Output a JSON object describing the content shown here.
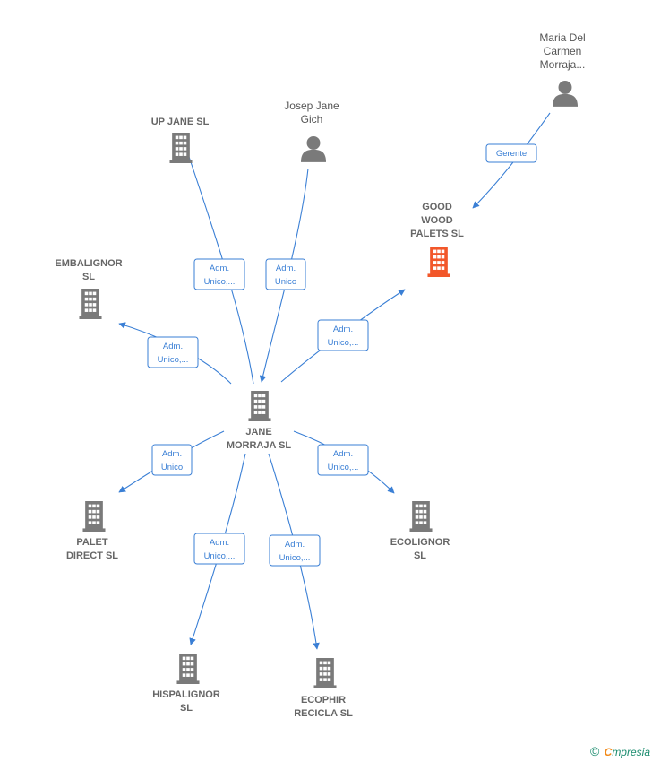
{
  "nodes": {
    "center": {
      "lines": [
        "JANE",
        "MORRAJA  SL"
      ],
      "kind": "company",
      "color": "#7a7a7a"
    },
    "up_jane": {
      "lines": [
        "UP JANE  SL"
      ],
      "kind": "company",
      "color": "#7a7a7a"
    },
    "josep": {
      "lines": [
        "Josep Jane",
        "Gich"
      ],
      "kind": "person",
      "color": "#7a7a7a"
    },
    "maria": {
      "lines": [
        "Maria Del",
        "Carmen",
        "Morraja..."
      ],
      "kind": "person",
      "color": "#7a7a7a"
    },
    "good_wood": {
      "lines": [
        "GOOD",
        "WOOD",
        "PALETS   SL"
      ],
      "kind": "company",
      "color": "#f2572a"
    },
    "embalignor": {
      "lines": [
        "EMBALIGNOR",
        "SL"
      ],
      "kind": "company",
      "color": "#7a7a7a"
    },
    "palet": {
      "lines": [
        "PALET",
        "DIRECT SL"
      ],
      "kind": "company",
      "color": "#7a7a7a"
    },
    "ecolignor": {
      "lines": [
        "ECOLIGNOR",
        "SL"
      ],
      "kind": "company",
      "color": "#7a7a7a"
    },
    "hispalignor": {
      "lines": [
        "HISPALIGNOR",
        "SL"
      ],
      "kind": "company",
      "color": "#7a7a7a"
    },
    "ecophir": {
      "lines": [
        "ECOPHIR",
        "RECICLA  SL"
      ],
      "kind": "company",
      "color": "#7a7a7a"
    }
  },
  "edges": [
    {
      "id": "to-up-jane",
      "lines": [
        "Adm.",
        "Unico,..."
      ]
    },
    {
      "id": "josep-to-center",
      "lines": [
        "Adm.",
        "Unico"
      ]
    },
    {
      "id": "to-embalignor",
      "lines": [
        "Adm.",
        "Unico,..."
      ]
    },
    {
      "id": "to-good-wood",
      "lines": [
        "Adm.",
        "Unico,..."
      ]
    },
    {
      "id": "maria-to-good",
      "lines": [
        "Gerente"
      ]
    },
    {
      "id": "to-palet",
      "lines": [
        "Adm.",
        "Unico"
      ]
    },
    {
      "id": "to-ecolignor",
      "lines": [
        "Adm.",
        "Unico,..."
      ]
    },
    {
      "id": "to-hispalignor",
      "lines": [
        "Adm.",
        "Unico,..."
      ]
    },
    {
      "id": "to-ecophir",
      "lines": [
        "Adm.",
        "Unico,..."
      ]
    }
  ],
  "footer": {
    "copyright": "©",
    "brand_first": "C",
    "brand_rest": "mpresia"
  },
  "colors": {
    "edge": "#3a7fd5",
    "company": "#7a7a7a",
    "highlight": "#f2572a",
    "person": "#7a7a7a"
  }
}
